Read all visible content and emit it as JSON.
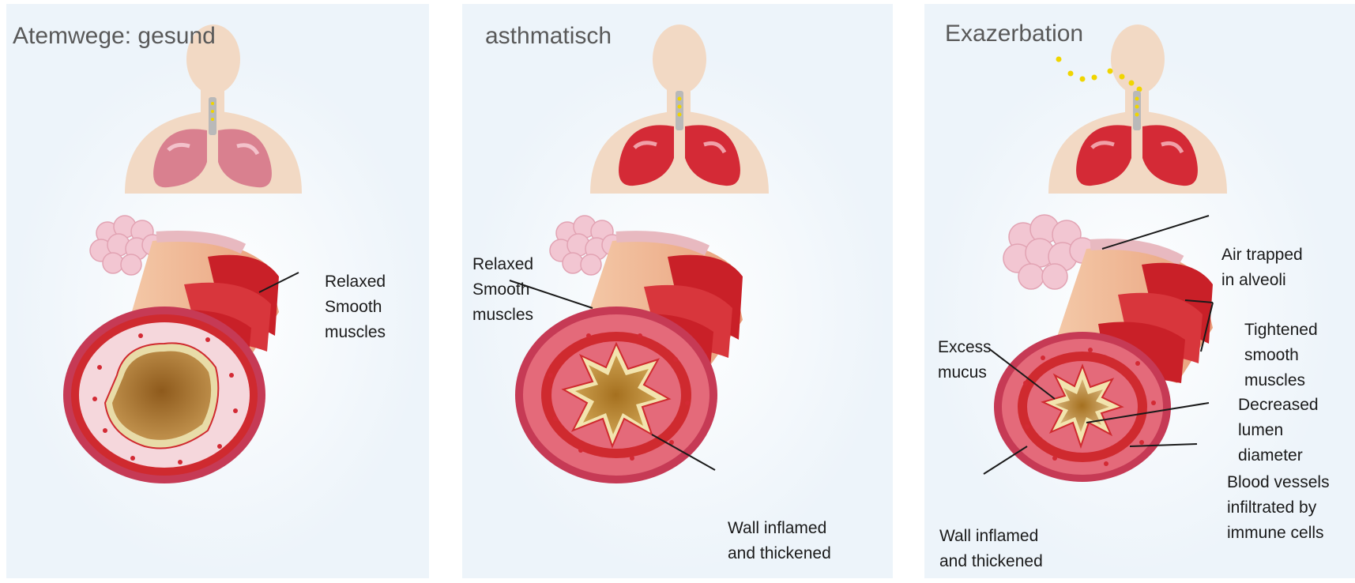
{
  "panels": [
    {
      "title": "Atemwege: gesund",
      "labels": {
        "smooth_muscles": [
          "Relaxed",
          "Smooth",
          "muscles"
        ]
      }
    },
    {
      "title": "asthmatisch",
      "labels": {
        "smooth_muscles": [
          "Relaxed",
          "Smooth",
          "muscles"
        ],
        "wall": [
          "Wall inflamed",
          "and thickened"
        ]
      }
    },
    {
      "title": "Exazerbation",
      "labels": {
        "air_trapped": [
          "Air trapped",
          "in alveoli"
        ],
        "tightened": [
          "Tightened",
          "smooth",
          "muscles"
        ],
        "mucus": [
          "Excess",
          "mucus"
        ],
        "lumen": [
          "Decreased",
          "lumen",
          "diameter"
        ],
        "blood_vessels": [
          "Blood vessels",
          "infiltrated by",
          "immune cells"
        ],
        "wall": [
          "Wall inflamed",
          "and thickened"
        ]
      }
    }
  ],
  "colors": {
    "panel_bg": "#edf4fa",
    "body_silhouette": "#f2d9c4",
    "lung_healthy": "#d9808f",
    "lung_inflamed": "#d42a36",
    "muscle_band": "#c92028",
    "airway_wall": "#e46a7a",
    "lumen_open": "#a87a30",
    "mucus": "#f2e4ae",
    "alveoli": "#f2c6d2"
  },
  "icons": [
    "body-silhouette",
    "lungs",
    "trachea",
    "alveoli-cluster",
    "airway-tube",
    "airway-cross-section",
    "breath-particles"
  ]
}
